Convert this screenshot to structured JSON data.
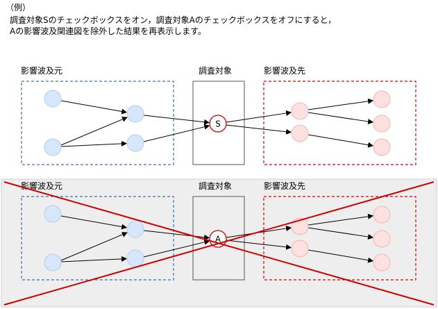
{
  "example_label": "（例）",
  "description_lines": [
    "調査対象Sのチェックボックスをオン，調査対象Aのチェックボックスをオフにすると，",
    "Aの影響波及関連図を除外した結果を再表示します。"
  ],
  "diagrams": [
    {
      "source_label": "影響波及元",
      "target_label": "調査対象",
      "dest_label": "影響波及先",
      "target_node": "S",
      "crossed_out": false
    },
    {
      "source_label": "影響波及元",
      "target_label": "調査対象",
      "dest_label": "影響波及先",
      "target_node": "A",
      "crossed_out": true
    }
  ],
  "colors": {
    "source_box_border": "#3a6fb5",
    "source_node_fill": "#d6e6fb",
    "source_node_stroke": "#b5cdf0",
    "target_box_border": "#555555",
    "target_node_stroke": "#d40000",
    "dest_box_border": "#d40000",
    "dest_node_fill": "#fde0e0",
    "dest_node_stroke": "#f2b5b5",
    "crossed_background": "#eeeeee",
    "cross_line": "#cc0000"
  }
}
